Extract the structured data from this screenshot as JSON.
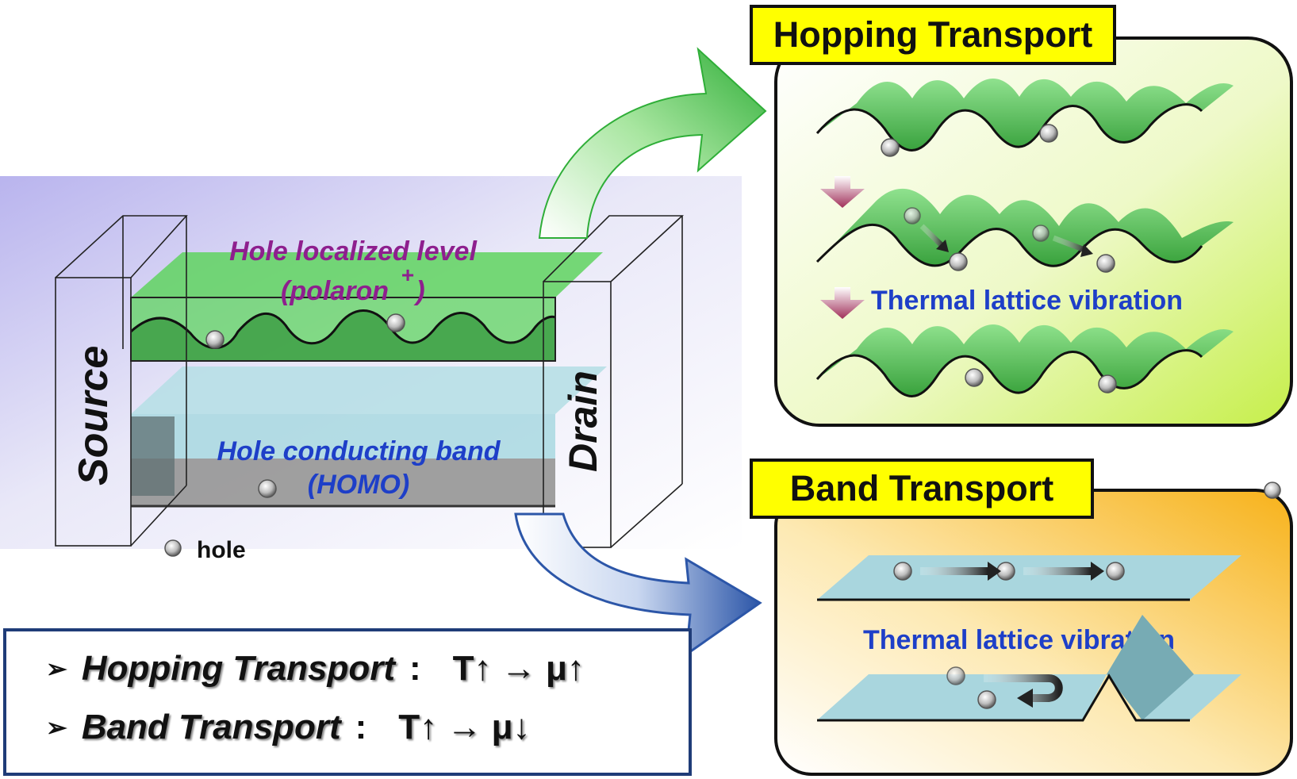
{
  "left_panel": {
    "source_label": "Source",
    "drain_label": "Drain",
    "hole_localized_line1": "Hole localized level",
    "hole_localized_line2": "(polaron",
    "hole_localized_sup": "+",
    "hole_localized_close": ")",
    "hole_band_line1": "Hole conducting band",
    "hole_band_line2": "(HOMO)",
    "legend_label": "hole"
  },
  "hopping_panel": {
    "title": "Hopping Transport",
    "vibration_label": "Thermal lattice vibration"
  },
  "band_panel": {
    "title": "Band Transport",
    "vibration_label": "Thermal lattice vibration"
  },
  "summary": {
    "marker": "➢",
    "row1_name": "Hopping Transport",
    "row1_colon": ":",
    "row1_relation": "T↑ → μ↑",
    "row2_name": "Band Transport",
    "row2_colon": ":",
    "row2_relation": "T↑ → μ↓"
  },
  "colors": {
    "localized_level": "#5fd45f",
    "conducting_band": "#a8d8e0",
    "title_fill": "#ffff00",
    "magenta_text": "#8e1f8e",
    "blue_text": "#1e3fc8",
    "green_arrow": "#3cb043",
    "blue_arrow": "#2c56a8",
    "band_sheet": "#a9d6de"
  }
}
